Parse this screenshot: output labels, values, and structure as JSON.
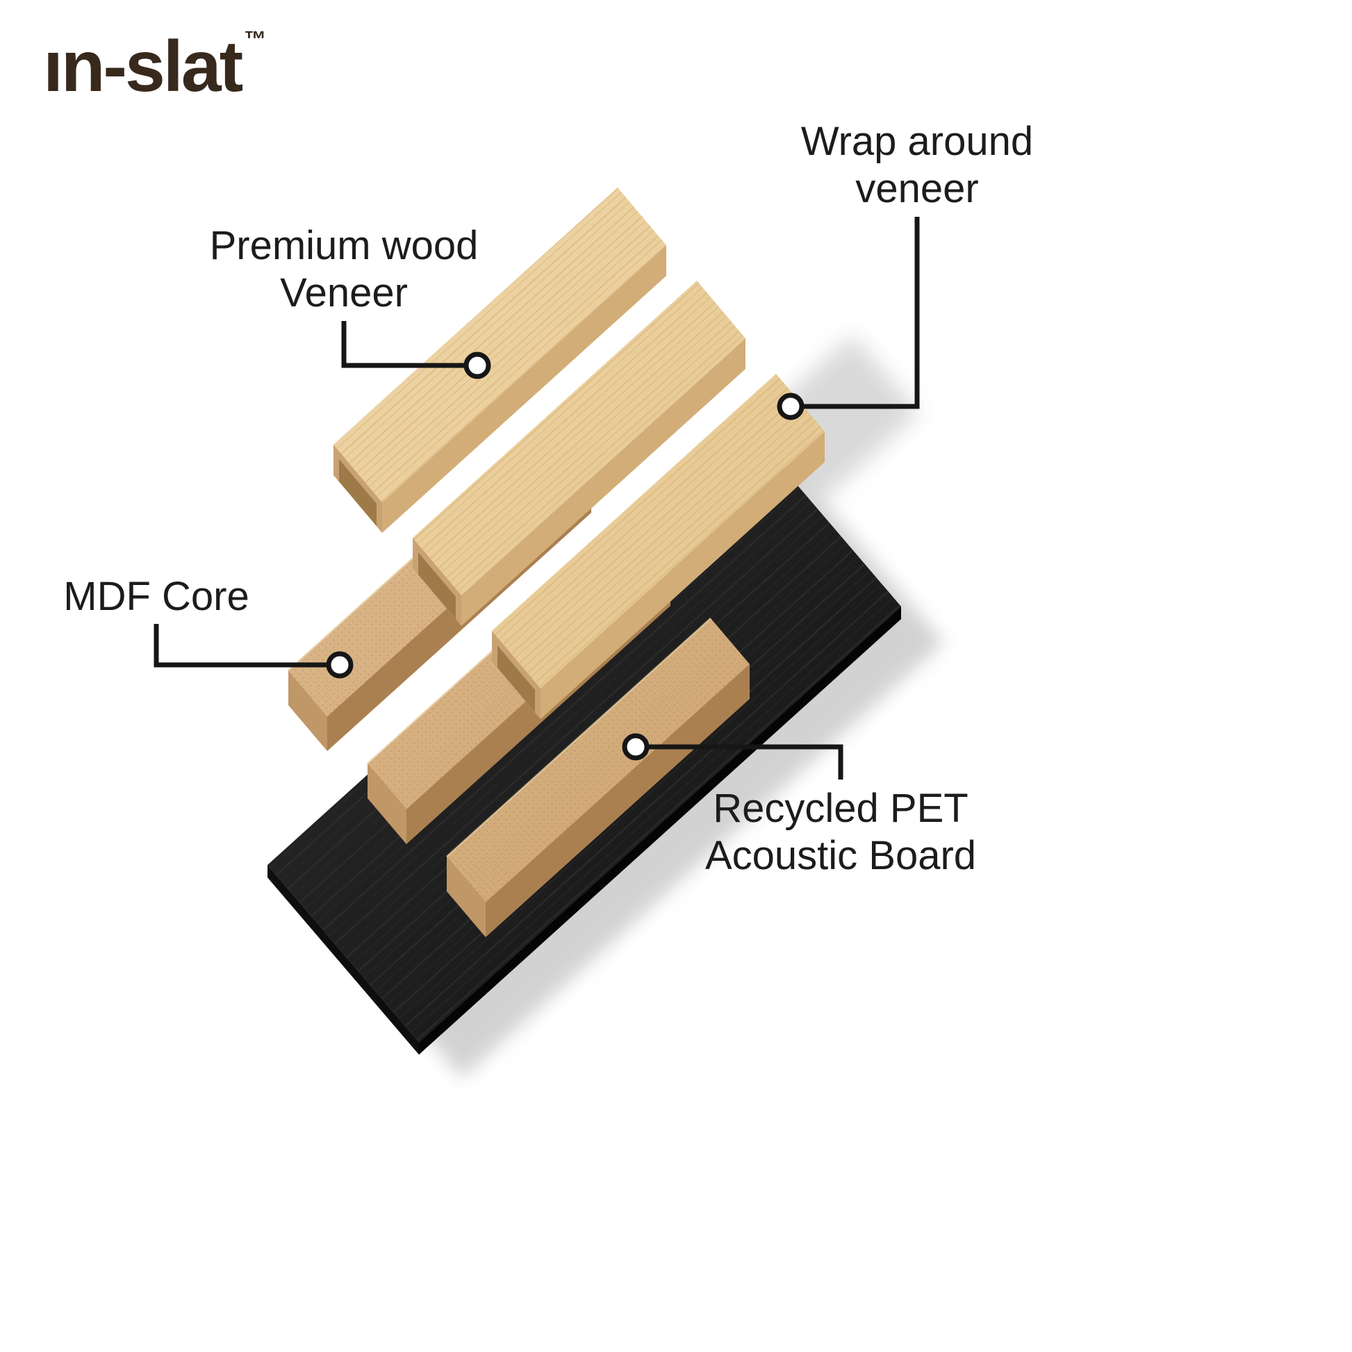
{
  "logo": {
    "text": "ın-slat",
    "trademark": "™"
  },
  "callouts": {
    "wrap_around_veneer": {
      "line1": "Wrap around",
      "line2": "veneer"
    },
    "premium_wood_veneer": {
      "line1": "Premium wood",
      "line2": "Veneer"
    },
    "mdf_core": {
      "label": "MDF Core"
    },
    "recycled_pet_acoustic_board": {
      "line1": "Recycled PET",
      "line2": "Acoustic Board"
    }
  },
  "illustration": {
    "layers": [
      {
        "id": "wrap-around-veneer",
        "color": "#e9cf9d"
      },
      {
        "id": "mdf-core",
        "color": "#d3ab7c"
      },
      {
        "id": "recycled-pet-acoustic-board",
        "color": "#1e1e1e"
      }
    ],
    "callout_line_color": "#161616",
    "shadow_color": "#d7d7d7",
    "background_color": "#ffffff"
  }
}
